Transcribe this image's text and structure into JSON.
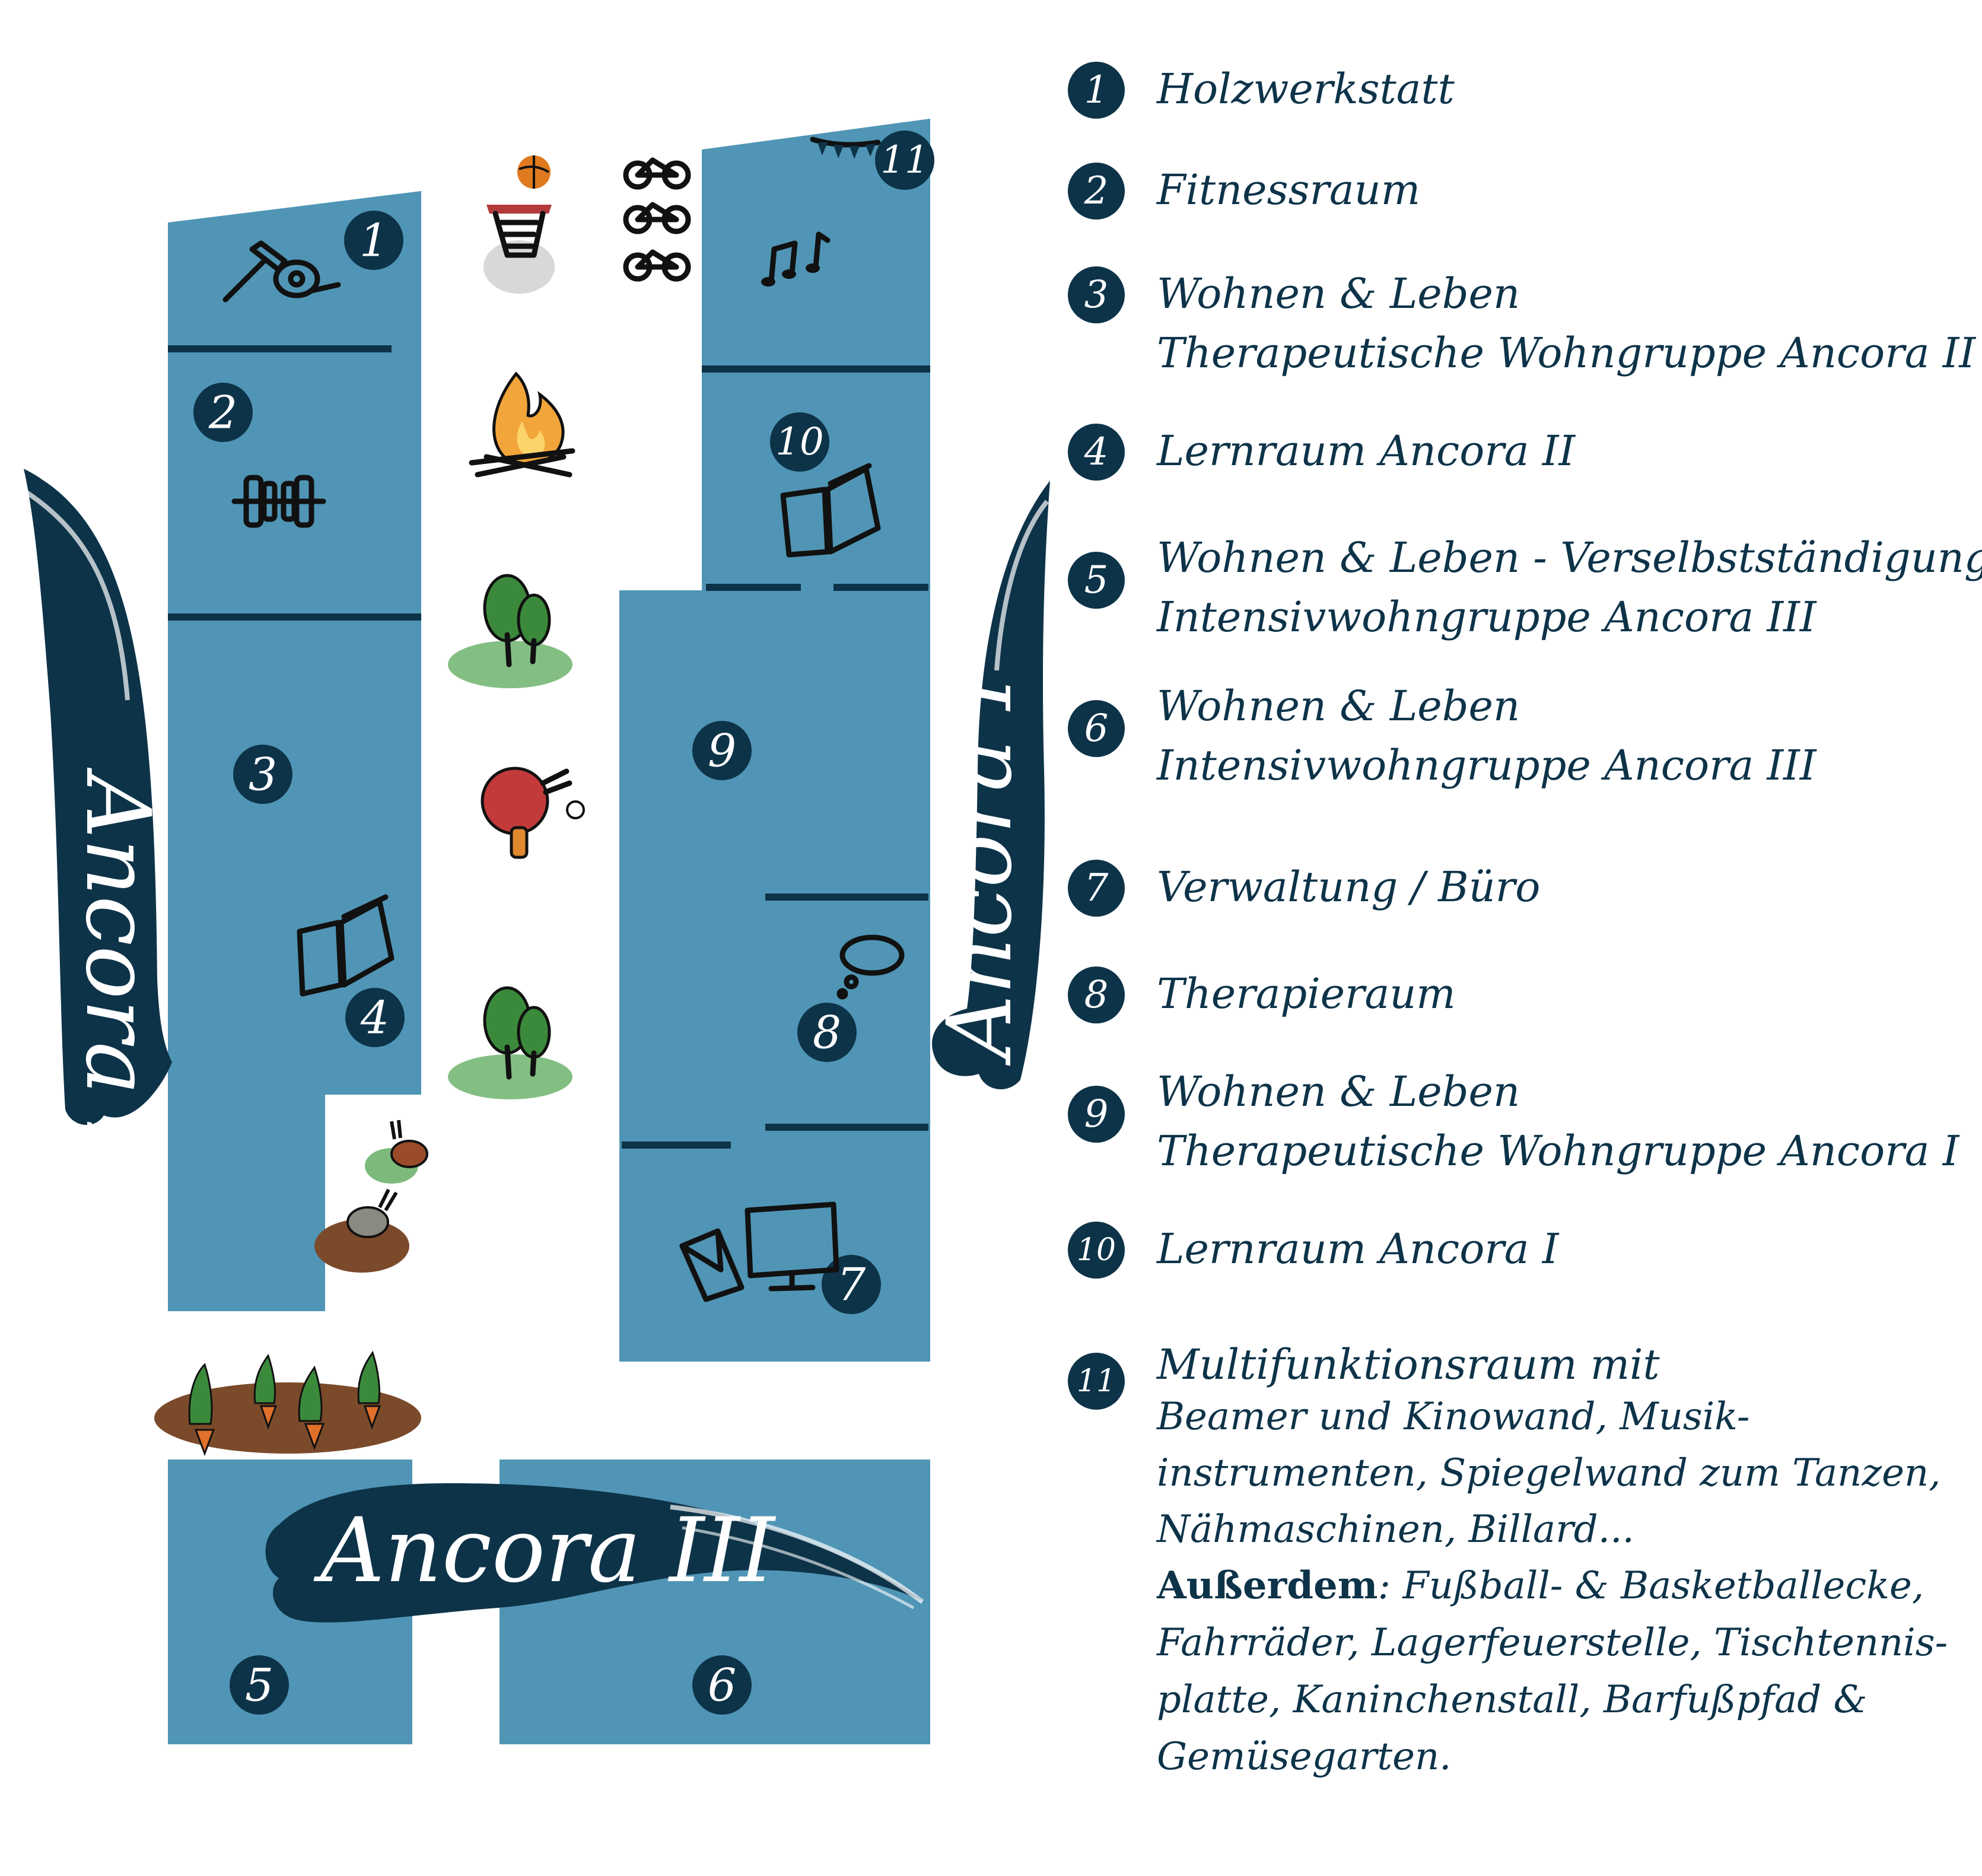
{
  "colors": {
    "room": "#5095b5",
    "dark": "#0d3349",
    "background": "#ffffff"
  },
  "map": {
    "banners": {
      "ancora_1": "Ancora I",
      "ancora_2": "Ancora II",
      "ancora_3": "Ancora III"
    },
    "room_numbers": {
      "r1": "1",
      "r2": "2",
      "r3": "3",
      "r4": "4",
      "r5": "5",
      "r6": "6",
      "r7": "7",
      "r8": "8",
      "r9": "9",
      "r10": "10",
      "r11": "11"
    },
    "icons": [
      "hammer-icon",
      "tape-measure-icon",
      "dumbbell-icon",
      "book-icon",
      "music-notes-icon",
      "bunting-icon",
      "basketball-hoop-icon",
      "bicycles-icon",
      "campfire-icon",
      "trees-icon",
      "table-tennis-icon",
      "rabbits-icon",
      "carrots-icon",
      "thought-bubble-icon",
      "envelope-icon",
      "monitor-icon"
    ]
  },
  "legend": {
    "items": [
      {
        "number": "1",
        "lines": [
          "Holzwerkstatt"
        ]
      },
      {
        "number": "2",
        "lines": [
          "Fitnessraum"
        ]
      },
      {
        "number": "3",
        "lines": [
          "Wohnen & Leben",
          "Therapeutische Wohngruppe Ancora II"
        ]
      },
      {
        "number": "4",
        "lines": [
          "Lernraum Ancora II"
        ]
      },
      {
        "number": "5",
        "lines": [
          "Wohnen & Leben - Verselbstständigung",
          "Intensivwohngruppe Ancora III"
        ]
      },
      {
        "number": "6",
        "lines": [
          "Wohnen & Leben",
          "Intensivwohngruppe Ancora III"
        ]
      },
      {
        "number": "7",
        "lines": [
          "Verwaltung / Büro"
        ]
      },
      {
        "number": "8",
        "lines": [
          "Therapieraum"
        ]
      },
      {
        "number": "9",
        "lines": [
          "Wohnen & Leben",
          "Therapeutische Wohngruppe Ancora I"
        ]
      },
      {
        "number": "10",
        "lines": [
          "Lernraum Ancora I"
        ]
      },
      {
        "number": "11",
        "lines": [
          "Multifunktionsraum mit",
          "Beamer und Kinowand, Musik-",
          "instrumenten, Spiegelwand zum Tanzen,",
          "Nähmaschinen, Billard..."
        ]
      }
    ],
    "extra_label": "Außerdem",
    "extra_text": ": Fußball- & Basketballecke, Fahrräder, Lagerfeuerstelle, Tischtennis-platte, Kaninchenstall, Barfußpfad & Gemüsegarten."
  }
}
